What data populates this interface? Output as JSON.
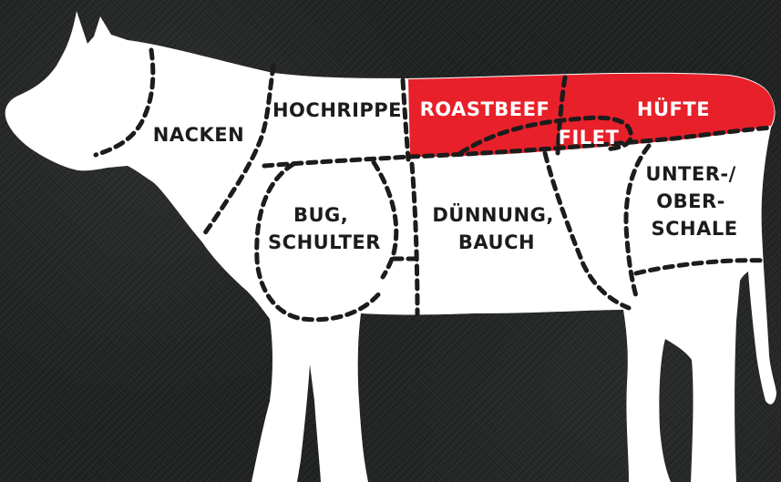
{
  "colors": {
    "background": "#1f2121",
    "body": "#ffffff",
    "highlight": "#e8202a",
    "lines": "#1c1c1c"
  },
  "cuts": {
    "nacken": {
      "lines": [
        "NACKEN"
      ],
      "highlighted": false
    },
    "hochrippe": {
      "lines": [
        "HOCHRIPPE"
      ],
      "highlighted": false
    },
    "roastbeef": {
      "lines": [
        "ROASTBEEF"
      ],
      "highlighted": true
    },
    "huefte": {
      "lines": [
        "HÜFTE"
      ],
      "highlighted": true
    },
    "filet": {
      "lines": [
        "FILET"
      ],
      "highlighted": true
    },
    "bug": {
      "lines": [
        "BUG,",
        "SCHULTER"
      ],
      "highlighted": false
    },
    "duennung": {
      "lines": [
        "DÜNNUNG,",
        "BAUCH"
      ],
      "highlighted": false
    },
    "schale": {
      "lines": [
        "UNTER-/",
        "OBER-",
        "SCHALE"
      ],
      "highlighted": false
    }
  }
}
